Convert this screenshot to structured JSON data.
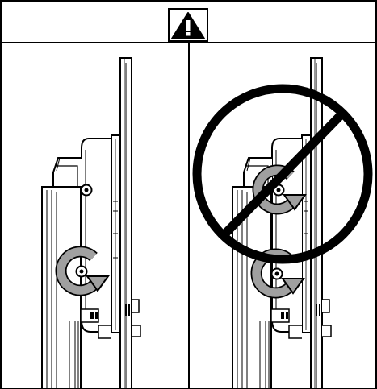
{
  "header": {
    "warning_icon": "warning-triangle-icon"
  },
  "panels": [
    {
      "side": "left",
      "state": "correct",
      "arrows": 1,
      "prohibited": false
    },
    {
      "side": "right",
      "state": "incorrect",
      "arrows": 2,
      "prohibited": true
    }
  ],
  "colors": {
    "line": "#000000",
    "arrow": "#9a9a9a",
    "background": "#ffffff",
    "prohibition": "#000000"
  }
}
